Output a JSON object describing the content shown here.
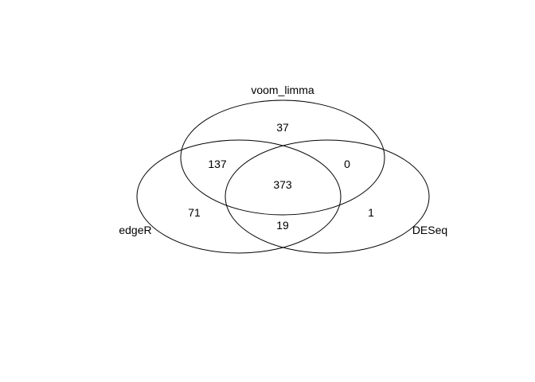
{
  "diagram": {
    "type": "venn",
    "sets": [
      {
        "id": "voom",
        "label": "voom_limma"
      },
      {
        "id": "edgeR",
        "label": "edgeR"
      },
      {
        "id": "DESeq",
        "label": "DESeq"
      }
    ],
    "regions": {
      "voom_only": "37",
      "edgeR_voom": "137",
      "voom_DESeq": "0",
      "all_three": "373",
      "edgeR_only": "71",
      "edgeR_DESeq": "19",
      "DESeq_only": "1"
    },
    "stroke_color": "#000000",
    "background_color": "#ffffff"
  }
}
